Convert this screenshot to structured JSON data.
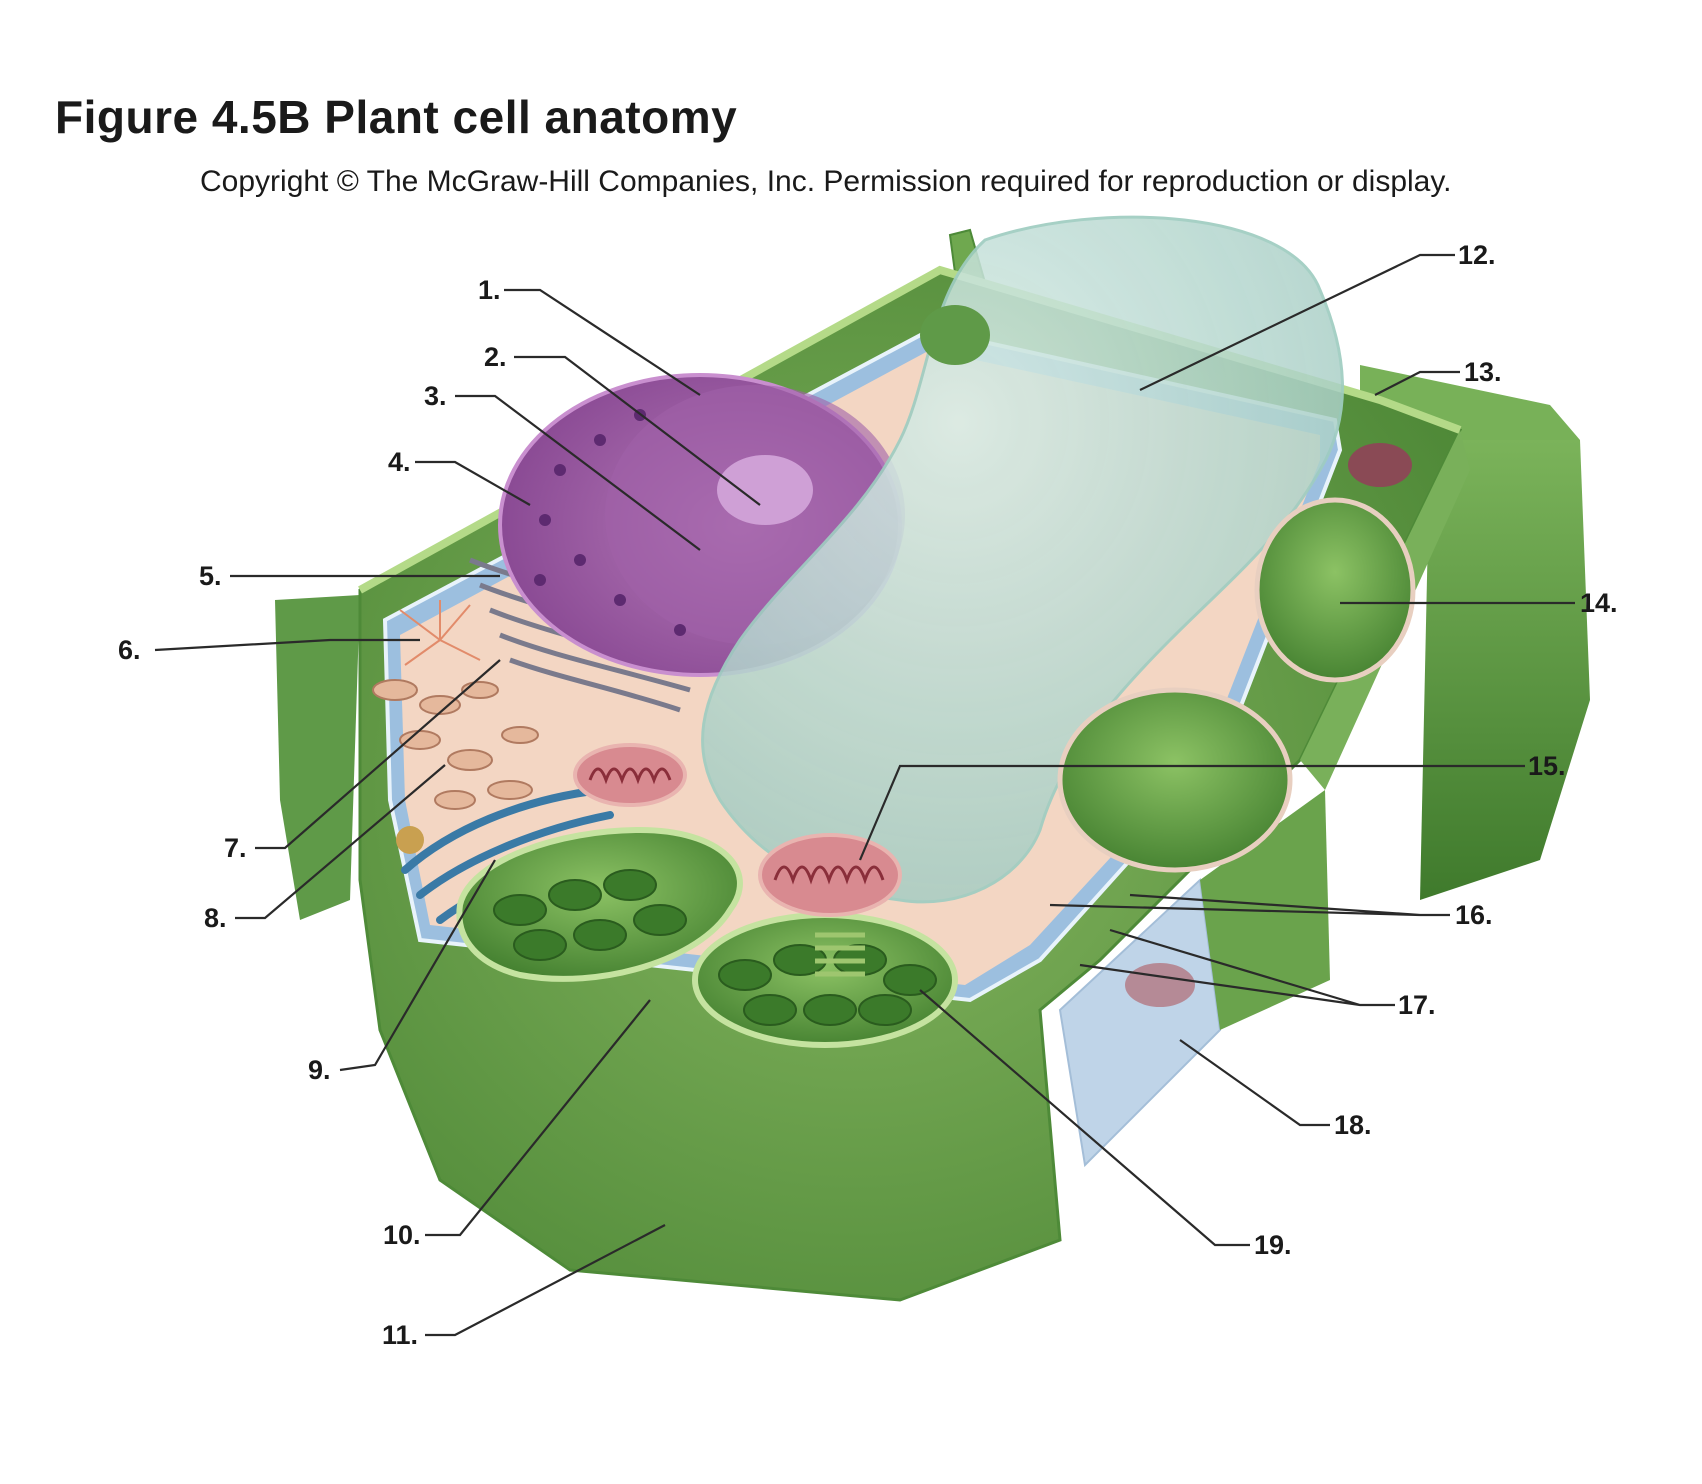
{
  "figure": {
    "title": "Figure 4.5B Plant cell anatomy",
    "copyright": "Copyright © The McGraw-Hill Companies, Inc. Permission required for reproduction or display."
  },
  "labels": [
    "1.",
    "2.",
    "3.",
    "4.",
    "5.",
    "6.",
    "7.",
    "8.",
    "9.",
    "10.",
    "11.",
    "12.",
    "13.",
    "14.",
    "15.",
    "16.",
    "17.",
    "18.",
    "19."
  ],
  "colors": {
    "cell_wall": "#5f9a48",
    "cell_wall_light": "#a8d17a",
    "membrane_blue": "#8fb4d6",
    "cytoplasm": "#f3d3bf",
    "nucleus": "#b270b6",
    "vacuole": "#bcdcd4",
    "chloroplast": "#4f8f3a",
    "mitochondrion": "#c86670",
    "golgi": "#3f7fa8"
  }
}
